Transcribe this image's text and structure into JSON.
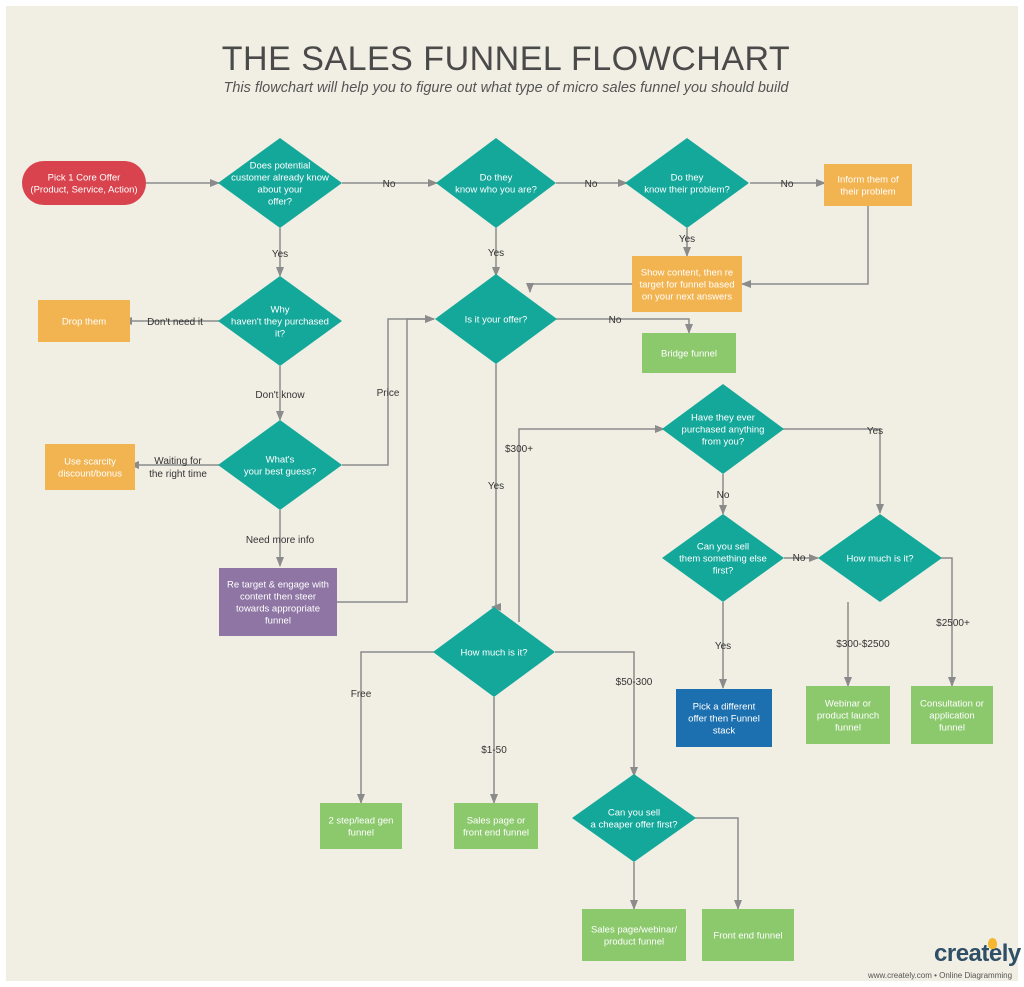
{
  "header": {
    "title": "THE SALES FUNNEL FLOWCHART",
    "subtitle": "This flowchart will help you to figure out what type of micro sales funnel you should build"
  },
  "colors": {
    "background": "#f1efe4",
    "start": "#d9434d",
    "decision": "#14a89b",
    "orange": "#f2b451",
    "green": "#8cc96d",
    "purple": "#8e75a3",
    "blue": "#1d70b0",
    "connector": "#8b8b8b"
  },
  "nodes": [
    {
      "id": "start",
      "shape": "terminal",
      "color": "start",
      "lines": [
        "Pick 1 Core Offer",
        "(Product, Service, Action)"
      ]
    },
    {
      "id": "d-know-offer",
      "shape": "diamond",
      "lines": [
        "Does potential",
        "customer already  know",
        "about your",
        "offer?"
      ]
    },
    {
      "id": "d-know-you",
      "shape": "diamond",
      "lines": [
        "Do they",
        "know who  you are?"
      ]
    },
    {
      "id": "d-know-problem",
      "shape": "diamond",
      "lines": [
        "Do they",
        "know their  problem?"
      ]
    },
    {
      "id": "p-inform",
      "shape": "process",
      "color": "orange",
      "lines": [
        "Inform them of",
        "their problem"
      ]
    },
    {
      "id": "p-show-content",
      "shape": "process",
      "color": "orange",
      "lines": [
        "Show content, then re",
        "target for funnel based",
        "on your next answers"
      ]
    },
    {
      "id": "d-why",
      "shape": "diamond",
      "lines": [
        "Why",
        "haven't they  purchased",
        "it?"
      ]
    },
    {
      "id": "p-drop",
      "shape": "process",
      "color": "orange",
      "lines": [
        "Drop them"
      ]
    },
    {
      "id": "d-your-offer",
      "shape": "diamond",
      "lines": [
        "Is it your offer?"
      ]
    },
    {
      "id": "p-bridge",
      "shape": "process",
      "color": "green",
      "lines": [
        "Bridge funnel"
      ]
    },
    {
      "id": "d-guess",
      "shape": "diamond",
      "lines": [
        "What's",
        "your best  guess?"
      ]
    },
    {
      "id": "p-scarcity",
      "shape": "process",
      "color": "orange",
      "lines": [
        "Use scarcity",
        "discount/bonus"
      ]
    },
    {
      "id": "p-retarget",
      "shape": "process",
      "color": "purple",
      "lines": [
        "Re target & engage with",
        "content then steer",
        "towards appropriate",
        "funnel"
      ]
    },
    {
      "id": "d-purchased",
      "shape": "diamond",
      "lines": [
        "Have they ever",
        "purchased  anything",
        "from you?"
      ]
    },
    {
      "id": "d-sell-else",
      "shape": "diamond",
      "lines": [
        "Can you sell",
        "them something  else",
        "first?"
      ]
    },
    {
      "id": "d-how-much-2",
      "shape": "diamond",
      "lines": [
        "How much  is it?"
      ]
    },
    {
      "id": "d-how-much-1",
      "shape": "diamond",
      "lines": [
        "How much  is it?"
      ]
    },
    {
      "id": "p-different",
      "shape": "process",
      "color": "blue",
      "lines": [
        "Pick a different",
        "offer then Funnel",
        "stack"
      ]
    },
    {
      "id": "p-webinar",
      "shape": "process",
      "color": "green",
      "lines": [
        "Webinar or",
        "product launch",
        "funnel"
      ]
    },
    {
      "id": "p-consult",
      "shape": "process",
      "color": "green",
      "lines": [
        "Consultation or",
        "application",
        "funnel"
      ]
    },
    {
      "id": "p-2step",
      "shape": "process",
      "color": "green",
      "lines": [
        "2 step/lead gen",
        "funnel"
      ]
    },
    {
      "id": "p-salespage",
      "shape": "process",
      "color": "green",
      "lines": [
        "Sales page or",
        "front end funnel"
      ]
    },
    {
      "id": "d-cheaper",
      "shape": "diamond",
      "lines": [
        "Can you sell",
        "a cheaper  offer first?"
      ]
    },
    {
      "id": "p-sales-webinar",
      "shape": "process",
      "color": "green",
      "lines": [
        "Sales page/webinar/",
        "product funnel"
      ]
    },
    {
      "id": "p-frontend",
      "shape": "process",
      "color": "green",
      "lines": [
        "Front end funnel"
      ]
    }
  ],
  "edge_labels": [
    {
      "id": "l-no-1",
      "text": "No"
    },
    {
      "id": "l-no-2",
      "text": "No"
    },
    {
      "id": "l-no-3",
      "text": "No"
    },
    {
      "id": "l-yes-1",
      "text": "Yes"
    },
    {
      "id": "l-yes-2",
      "text": "Yes"
    },
    {
      "id": "l-yes-3",
      "text": "Yes"
    },
    {
      "id": "l-dont-need",
      "text": "Don't need it"
    },
    {
      "id": "l-no-4",
      "text": "No"
    },
    {
      "id": "l-dont-know",
      "text": "Don't know"
    },
    {
      "id": "l-price",
      "text": "Price"
    },
    {
      "id": "l-waiting-1",
      "text": "Waiting for"
    },
    {
      "id": "l-waiting-2",
      "text": "the right time"
    },
    {
      "id": "l-need-info",
      "text": "Need more info"
    },
    {
      "id": "l-300plus",
      "text": "$300+"
    },
    {
      "id": "l-yes-4",
      "text": "Yes"
    },
    {
      "id": "l-yes-5",
      "text": "Yes"
    },
    {
      "id": "l-no-5",
      "text": "No"
    },
    {
      "id": "l-no-6",
      "text": "No"
    },
    {
      "id": "l-yes-6",
      "text": "Yes"
    },
    {
      "id": "l-300-2500",
      "text": "$300-$2500"
    },
    {
      "id": "l-2500plus",
      "text": "$2500+"
    },
    {
      "id": "l-free",
      "text": "Free"
    },
    {
      "id": "l-1-50",
      "text": "$1-50"
    },
    {
      "id": "l-50-300",
      "text": "$50-300"
    }
  ],
  "branding": {
    "logo": "creately",
    "tagline": "www.creately.com • Online Diagramming"
  }
}
